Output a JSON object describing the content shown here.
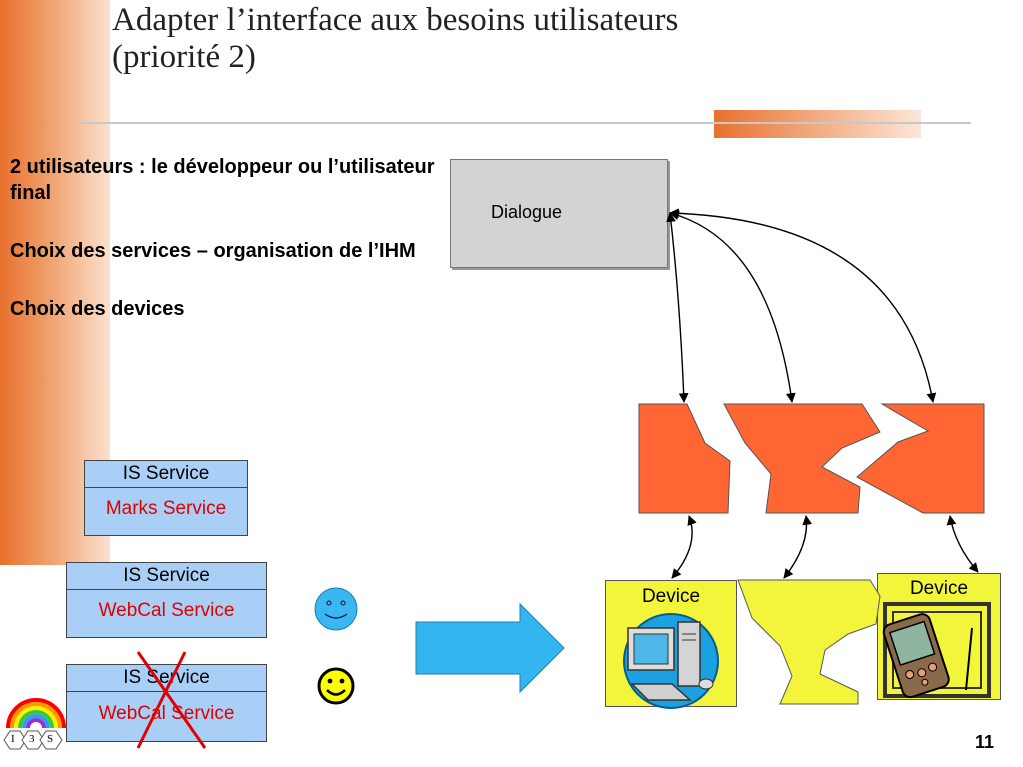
{
  "slide": {
    "title_line1": "Adapter  l’interface aux besoins utilisateurs",
    "title_line2": "(priorité 2)",
    "page_number": "11"
  },
  "bullets": [
    "2 utilisateurs : le développeur ou l’utilisateur final",
    "Choix des services – organisation de l’IHM",
    "Choix des devices"
  ],
  "diagram": {
    "dialog_label": "Dialogue",
    "device_label_left": "Device",
    "device_label_right": "Device"
  },
  "services": [
    {
      "header": "IS Service",
      "body": "Marks Service"
    },
    {
      "header": "IS Service",
      "body": "WebCal Service"
    },
    {
      "header": "IS Service",
      "body": "WebCal Service",
      "crossed": true
    }
  ],
  "logo": {
    "letters": [
      "I",
      "3",
      "S"
    ]
  },
  "colors": {
    "accent_orange": "#e8712e",
    "piece_orange": "#ff6633",
    "device_yellow": "#f3f53a",
    "service_blue": "#a9cff7",
    "service_red_text": "#e00000",
    "arrow_blue": "#33b5ef",
    "cross_red": "#e00000"
  }
}
